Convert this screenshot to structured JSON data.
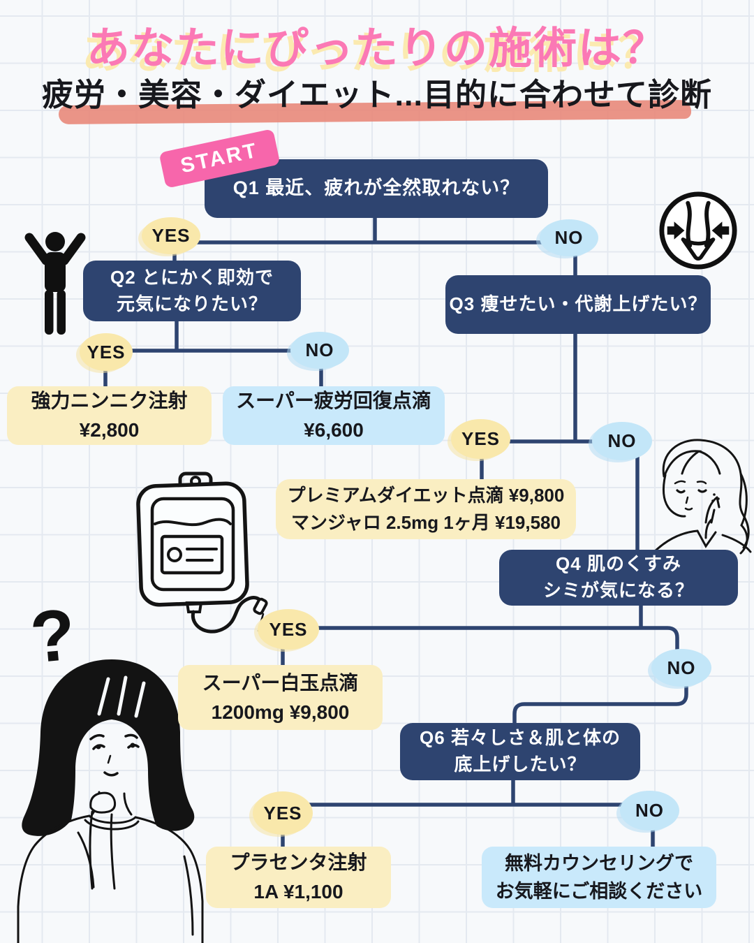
{
  "page": {
    "title": "あなたにぴったりの施術は？",
    "subtitle": "疲労・美容・ダイエット...目的に合わせて診断",
    "start_label": "START",
    "question_mark": "?"
  },
  "labels": {
    "yes": "YES",
    "no": "NO"
  },
  "questions": {
    "q1": {
      "text": "Q1 最近、疲れが全然取れない？"
    },
    "q2": {
      "line1": "Q2 とにかく即効で",
      "line2": "元気になりたい？"
    },
    "q3": {
      "text": "Q3 痩せたい・代謝上げたい？"
    },
    "q4": {
      "line1": "Q4 肌のくすみ",
      "line2": "シミが気になる？"
    },
    "q6": {
      "line1": "Q6 若々しさ＆肌と体の",
      "line2": "底上げしたい？"
    }
  },
  "results": {
    "garlic_injection": {
      "line1": "強力ニンニク注射",
      "line2": "¥2,800"
    },
    "fatigue_recovery_drip": {
      "line1": "スーパー疲労回復点滴",
      "line2": "¥6,600"
    },
    "premium_diet": {
      "line1": "プレミアムダイエット点滴 ¥9,800",
      "line2": "マンジャロ 2.5mg 1ヶ月 ¥19,580"
    },
    "shiratama_drip": {
      "line1": "スーパー白玉点滴",
      "line2": "1200mg  ¥9,800"
    },
    "placenta_injection": {
      "line1": "プラセンタ注射",
      "line2": "1A ¥1,100"
    },
    "free_counseling": {
      "line1": "無料カウンセリングで",
      "line2": "お気軽にご相談ください"
    }
  },
  "icons": [
    "start-badge",
    "energized-person-icon",
    "slim-waist-icon",
    "iv-drip-bag-icon",
    "worried-woman-icon",
    "question-mark",
    "thinking-woman-icon"
  ],
  "colors": {
    "navy": "#2e4470",
    "connector": "#2e4470",
    "pink_title": "#fb79b5",
    "title_shadow": "#fbeab0",
    "pink_start": "#f766ab",
    "underline_coral": "#e8887a",
    "yes_yellow": "#f9e8ab",
    "no_blue": "#c3e6f8",
    "result_yellow": "#faeec2",
    "result_blue": "#c9e9fb",
    "text_dark": "#17181d",
    "background": "#f7f9fb",
    "grid_line": "#e4e9f0"
  }
}
